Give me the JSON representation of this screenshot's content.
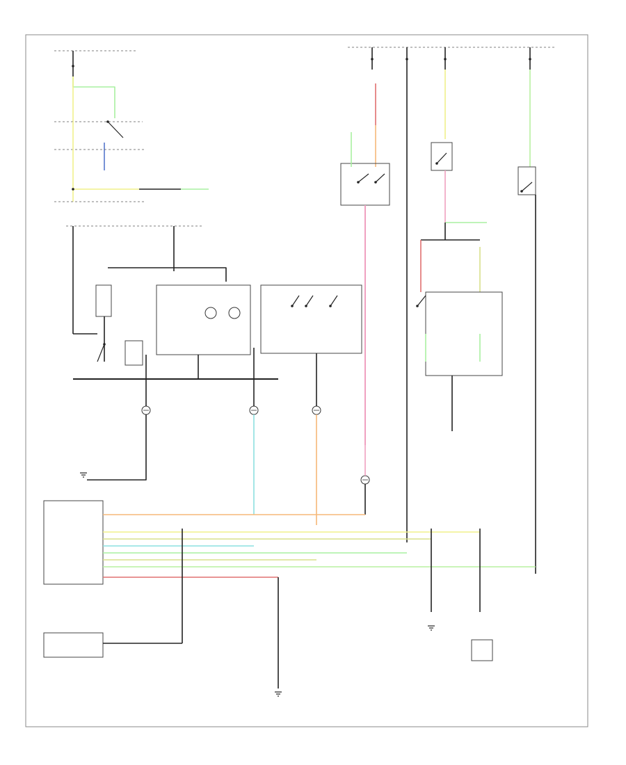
{
  "colors": {
    "frame": "#888888",
    "wire_black": "#222222",
    "wire_yellow": "#f0f08a",
    "wire_green": "#a8f0a0",
    "wire_blue": "#5577cc",
    "wire_red": "#e07070",
    "wire_pink": "#f0a0c0",
    "wire_orange": "#f5b878",
    "wire_cyan": "#8ce0e0",
    "wire_lightgreen": "#b8f0a0",
    "wire_olive": "#d8e08a",
    "wire_gray": "#aaaaaa"
  },
  "icons": [
    "ground-symbol",
    "connector-circle",
    "switch-contact",
    "fuse-dot"
  ],
  "caption": ""
}
